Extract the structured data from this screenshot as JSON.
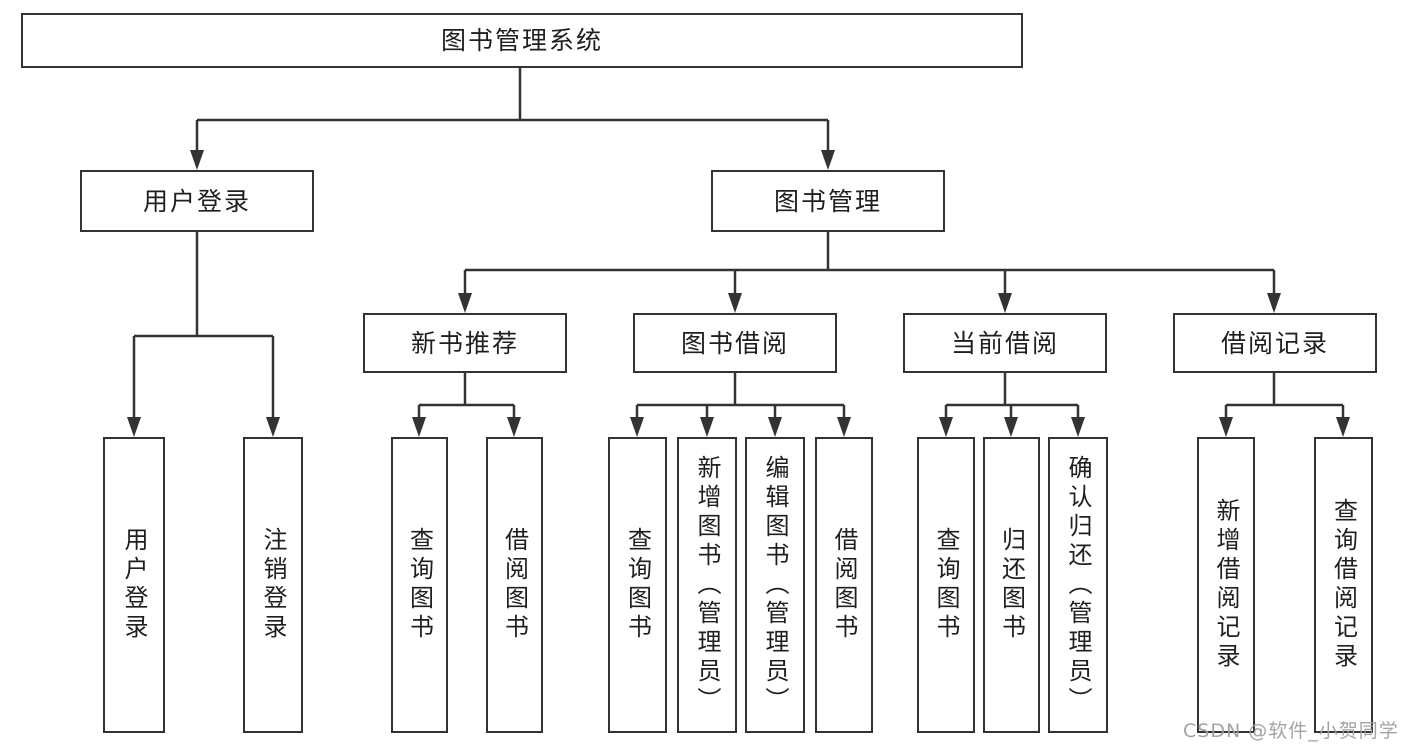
{
  "diagram_title": "图书管理系统",
  "colors": {
    "line": "#333333",
    "text": "#1f1f1f",
    "background": "#ffffff",
    "watermark": "#9e9e9e"
  },
  "watermark": {
    "text": "CSDN @软件_小贺同学"
  },
  "tree": {
    "label": "图书管理系统",
    "children": [
      {
        "label": "用户登录",
        "children": [
          {
            "label": "用户登录"
          },
          {
            "label": "注销登录"
          }
        ]
      },
      {
        "label": "图书管理",
        "children": [
          {
            "label": "新书推荐",
            "children": [
              {
                "label": "查询图书"
              },
              {
                "label": "借阅图书"
              }
            ]
          },
          {
            "label": "图书借阅",
            "children": [
              {
                "label": "查询图书"
              },
              {
                "label": "新增图书（管理员）"
              },
              {
                "label": "编辑图书（管理员）"
              },
              {
                "label": "借阅图书"
              }
            ]
          },
          {
            "label": "当前借阅",
            "children": [
              {
                "label": "查询图书"
              },
              {
                "label": "归还图书"
              },
              {
                "label": "确认归还（管理员）"
              }
            ]
          },
          {
            "label": "借阅记录",
            "children": [
              {
                "label": "新增借阅记录"
              },
              {
                "label": "查询借阅记录"
              }
            ]
          }
        ]
      }
    ]
  }
}
